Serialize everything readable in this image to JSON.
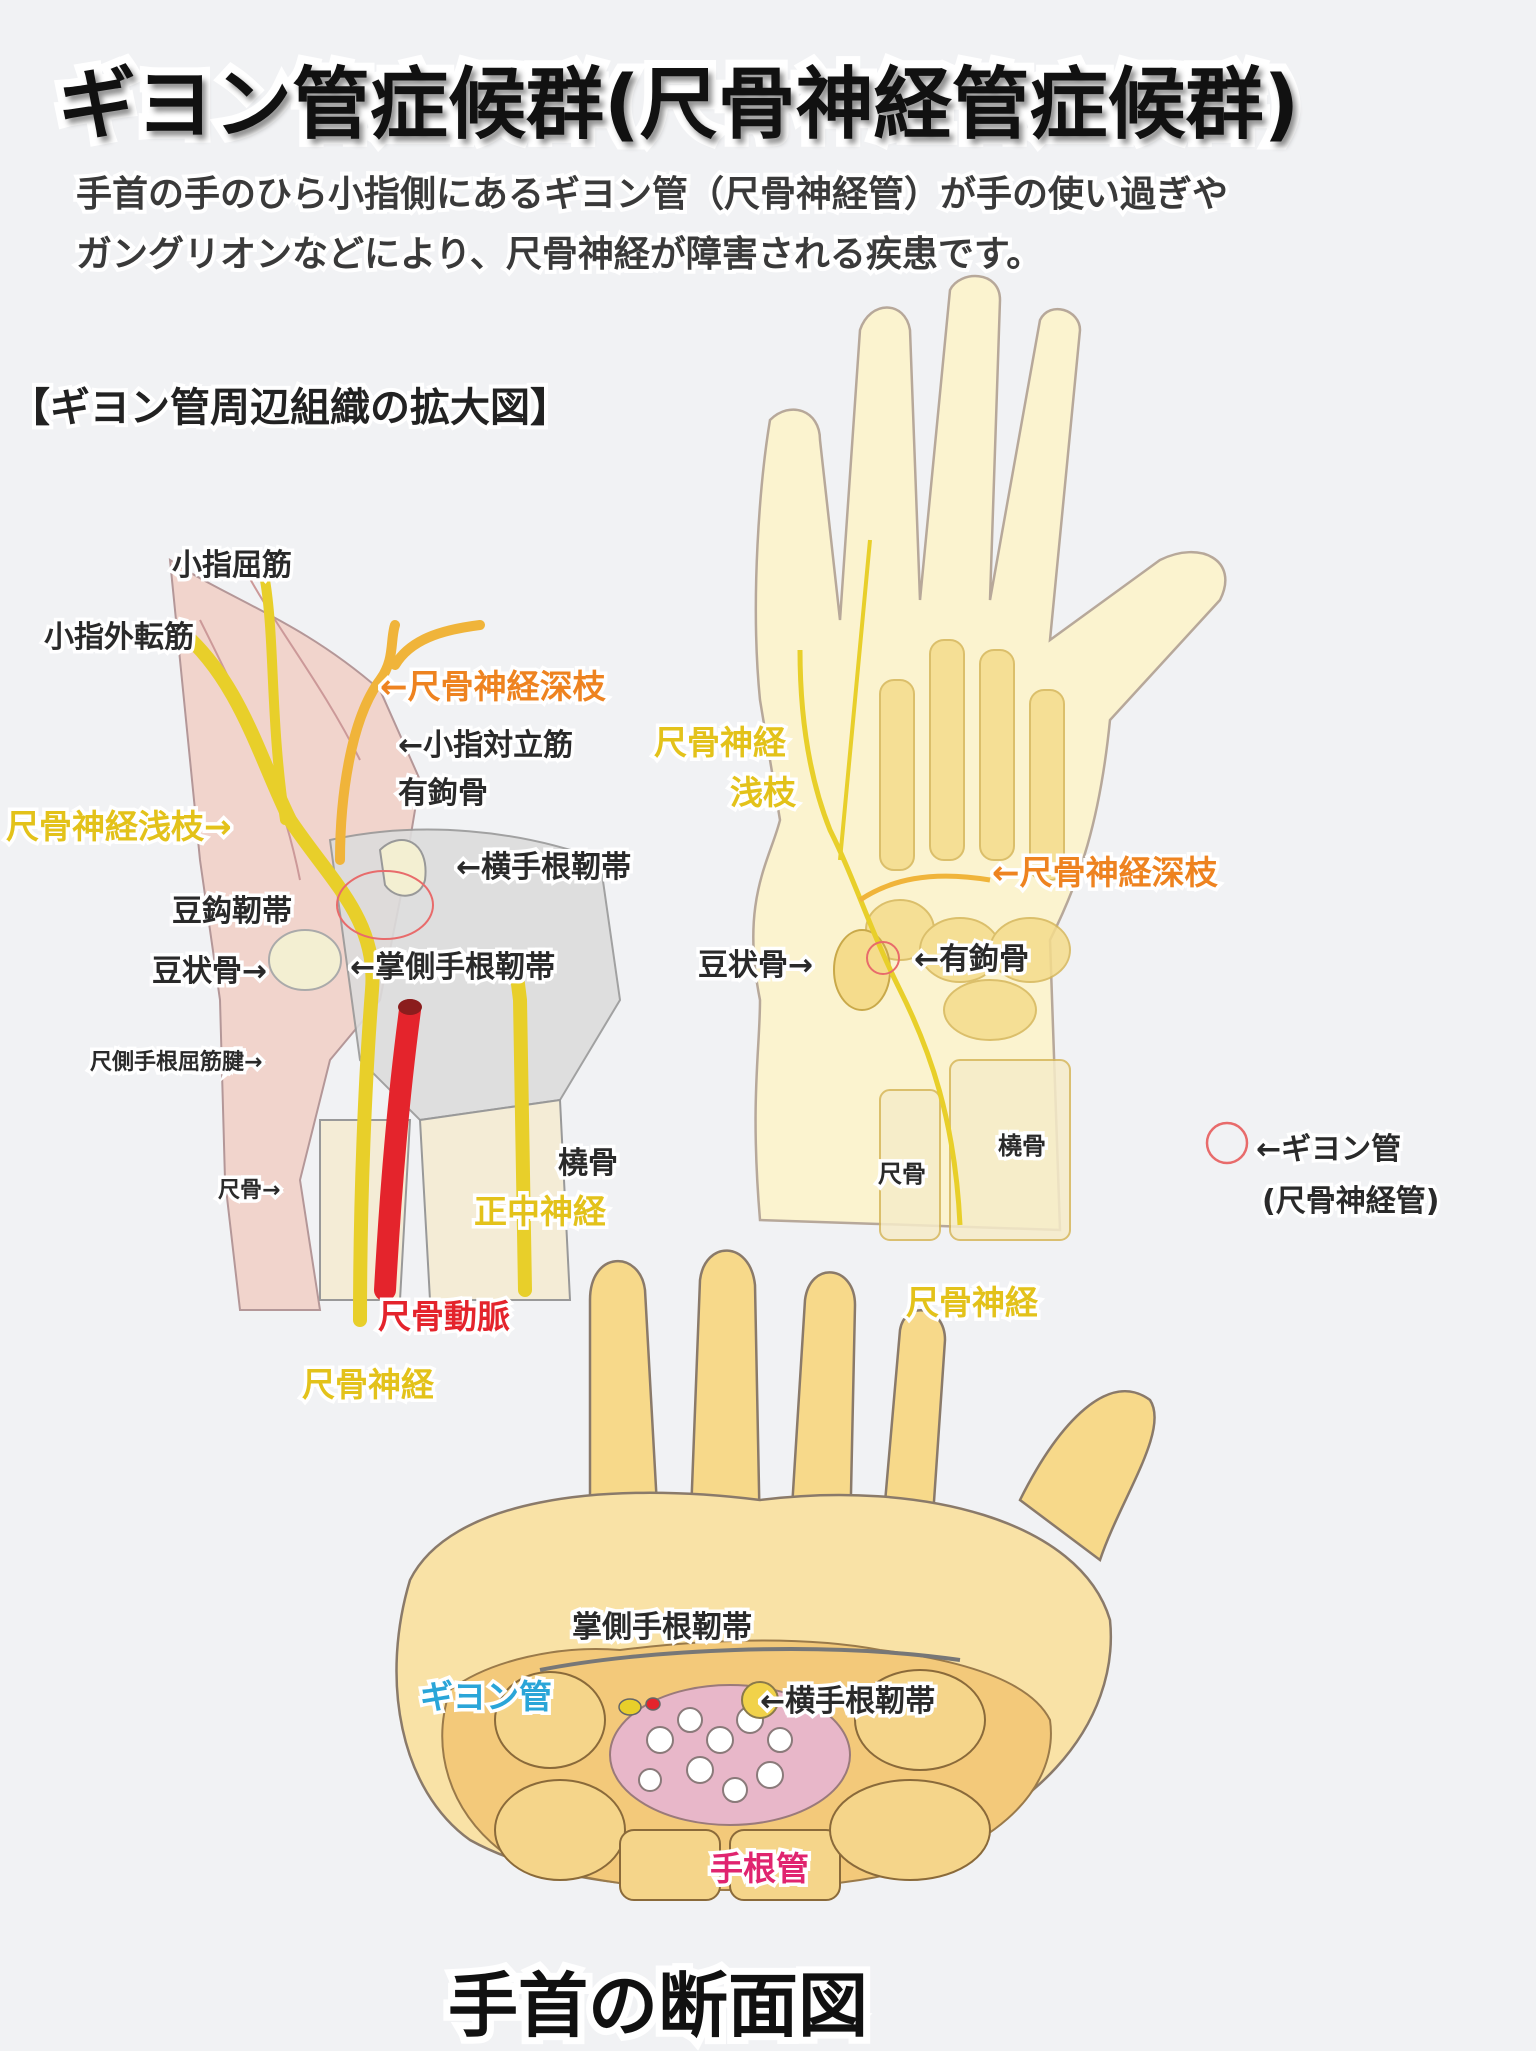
{
  "title": "ギヨン管症候群(尺骨神経管症候群)",
  "description": {
    "line1": "手首の手のひら小指側にあるギヨン管（尺骨神経管）が手の使い過ぎや",
    "line2": "ガングリオンなどにより、尺骨神経が障害される疾患です。"
  },
  "section_title": "【ギヨン管周辺組織の拡大図】",
  "enlarged_view": {
    "flexor_digiti_minimi": "小指屈筋",
    "abductor_digiti_minimi": "小指外転筋",
    "deep_branch": "←尺骨神経深枝",
    "opponens_digiti_minimi": "←小指対立筋",
    "hamate": "有鉤骨",
    "superficial_branch": "尺骨神経浅枝→",
    "transverse_carpal_ligament": "←横手根靭帯",
    "pisohamate_ligament": "豆鈎靭帯",
    "pisiform": "豆状骨→",
    "palmar_carpal_ligament": "←掌側手根靭帯",
    "fcu_tendon": "尺側手根屈筋腱→",
    "ulna": "尺骨→",
    "radius": "橈骨",
    "median_nerve": "正中神経",
    "ulnar_artery": "尺骨動脈",
    "ulnar_nerve": "尺骨神経"
  },
  "hand_view": {
    "superficial_branch_1": "尺骨神経",
    "superficial_branch_2": "浅枝",
    "deep_branch": "←尺骨神経深枝",
    "pisiform": "豆状骨→",
    "hamate": "←有鉤骨",
    "ulna": "尺骨",
    "radius": "橈骨",
    "ulnar_nerve": "尺骨神経"
  },
  "legend": {
    "line1": "←ギヨン管",
    "line2": "(尺骨神経管)",
    "marker_color": "#e86b6b"
  },
  "cross_section": {
    "palmar_carpal_ligament": "掌側手根靭帯",
    "guyon_canal": "ギヨン管",
    "transverse_carpal_ligament": "←横手根靭帯",
    "carpal_tunnel": "手根管",
    "title": "手首の断面図"
  },
  "colors": {
    "nerve": "#e8cf2a",
    "artery": "#e4242c",
    "label_yellow": "#e3c21a",
    "label_orange": "#ee8320",
    "label_blue": "#2aa5d8",
    "label_pink": "#e0246f"
  }
}
